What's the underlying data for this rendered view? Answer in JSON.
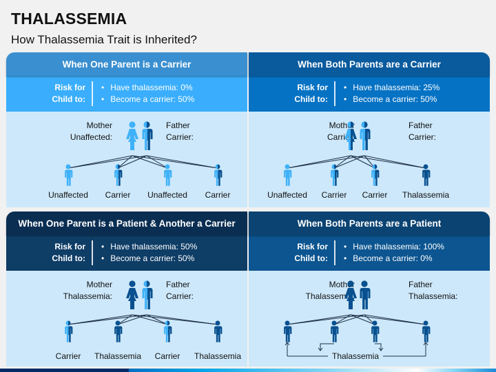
{
  "header": {
    "title": "THALASSEMIA",
    "subtitle": "How Thalassemia Trait is Inherited?"
  },
  "colors": {
    "light": "#3fb1f9",
    "dark": "#08508f",
    "panel_body": "#cde8fa"
  },
  "risk_label": [
    "Risk for",
    "Child to:"
  ],
  "panels": [
    {
      "title": "When One Parent is a Carrier",
      "header_color": "#3a8fd0",
      "risk_color": "#3aaefc",
      "risks": [
        "Have thalassemia: 0%",
        "Become a carrier: 50%"
      ],
      "mother_label": [
        "Mother",
        "Unaffected:"
      ],
      "father_label": [
        "Father",
        "Carrier:"
      ],
      "mother_status": "unaffected",
      "father_status": "carrier",
      "children": [
        {
          "label": "Unaffected",
          "status": "unaffected"
        },
        {
          "label": "Carrier",
          "status": "carrier"
        },
        {
          "label": "Unaffected",
          "status": "unaffected"
        },
        {
          "label": "Carrier",
          "status": "carrier"
        }
      ]
    },
    {
      "title": "When Both Parents are a Carrier",
      "header_color": "#0a5a9e",
      "risk_color": "#0572c4",
      "risks": [
        "Have thalassemia: 25%",
        "Become a carrier: 50%"
      ],
      "mother_label": [
        "Mother",
        "Carrier:"
      ],
      "father_label": [
        "Father",
        "Carrier:"
      ],
      "mother_status": "carrier",
      "father_status": "carrier",
      "children": [
        {
          "label": "Unaffected",
          "status": "unaffected"
        },
        {
          "label": "Carrier",
          "status": "carrier"
        },
        {
          "label": "Carrier",
          "status": "carrier"
        },
        {
          "label": "Thalassemia",
          "status": "thalassemia"
        }
      ]
    },
    {
      "title": "When One Parent is a Patient & Another a Carrier",
      "header_color": "#0a2e52",
      "risk_color": "#0e3d66",
      "risks": [
        "Have thalassemia: 50%",
        "Become a carrier: 50%"
      ],
      "mother_label": [
        "Mother",
        "Thalassemia:"
      ],
      "father_label": [
        "Father",
        "Carrier:"
      ],
      "mother_status": "thalassemia",
      "father_status": "carrier",
      "children": [
        {
          "label": "Carrier",
          "status": "carrier"
        },
        {
          "label": "Thalassemia",
          "status": "thalassemia"
        },
        {
          "label": "Carrier",
          "status": "carrier"
        },
        {
          "label": "Thalassemia",
          "status": "thalassemia"
        }
      ]
    },
    {
      "title": "When Both Parents are a Patient",
      "header_color": "#0b4372",
      "risk_color": "#0c5590",
      "risks": [
        "Have thalassemia: 100%",
        "Become a carrier: 0%"
      ],
      "mother_label": [
        "Mother",
        "Thalassemia:"
      ],
      "father_label": [
        "Father",
        "Thalassemia:"
      ],
      "mother_status": "thalassemia",
      "father_status": "thalassemia",
      "children": [
        {
          "label": "",
          "status": "thalassemia"
        },
        {
          "label": "",
          "status": "thalassemia"
        },
        {
          "label": "",
          "status": "thalassemia"
        },
        {
          "label": "",
          "status": "thalassemia"
        }
      ],
      "group_label": "Thalassemia"
    }
  ]
}
